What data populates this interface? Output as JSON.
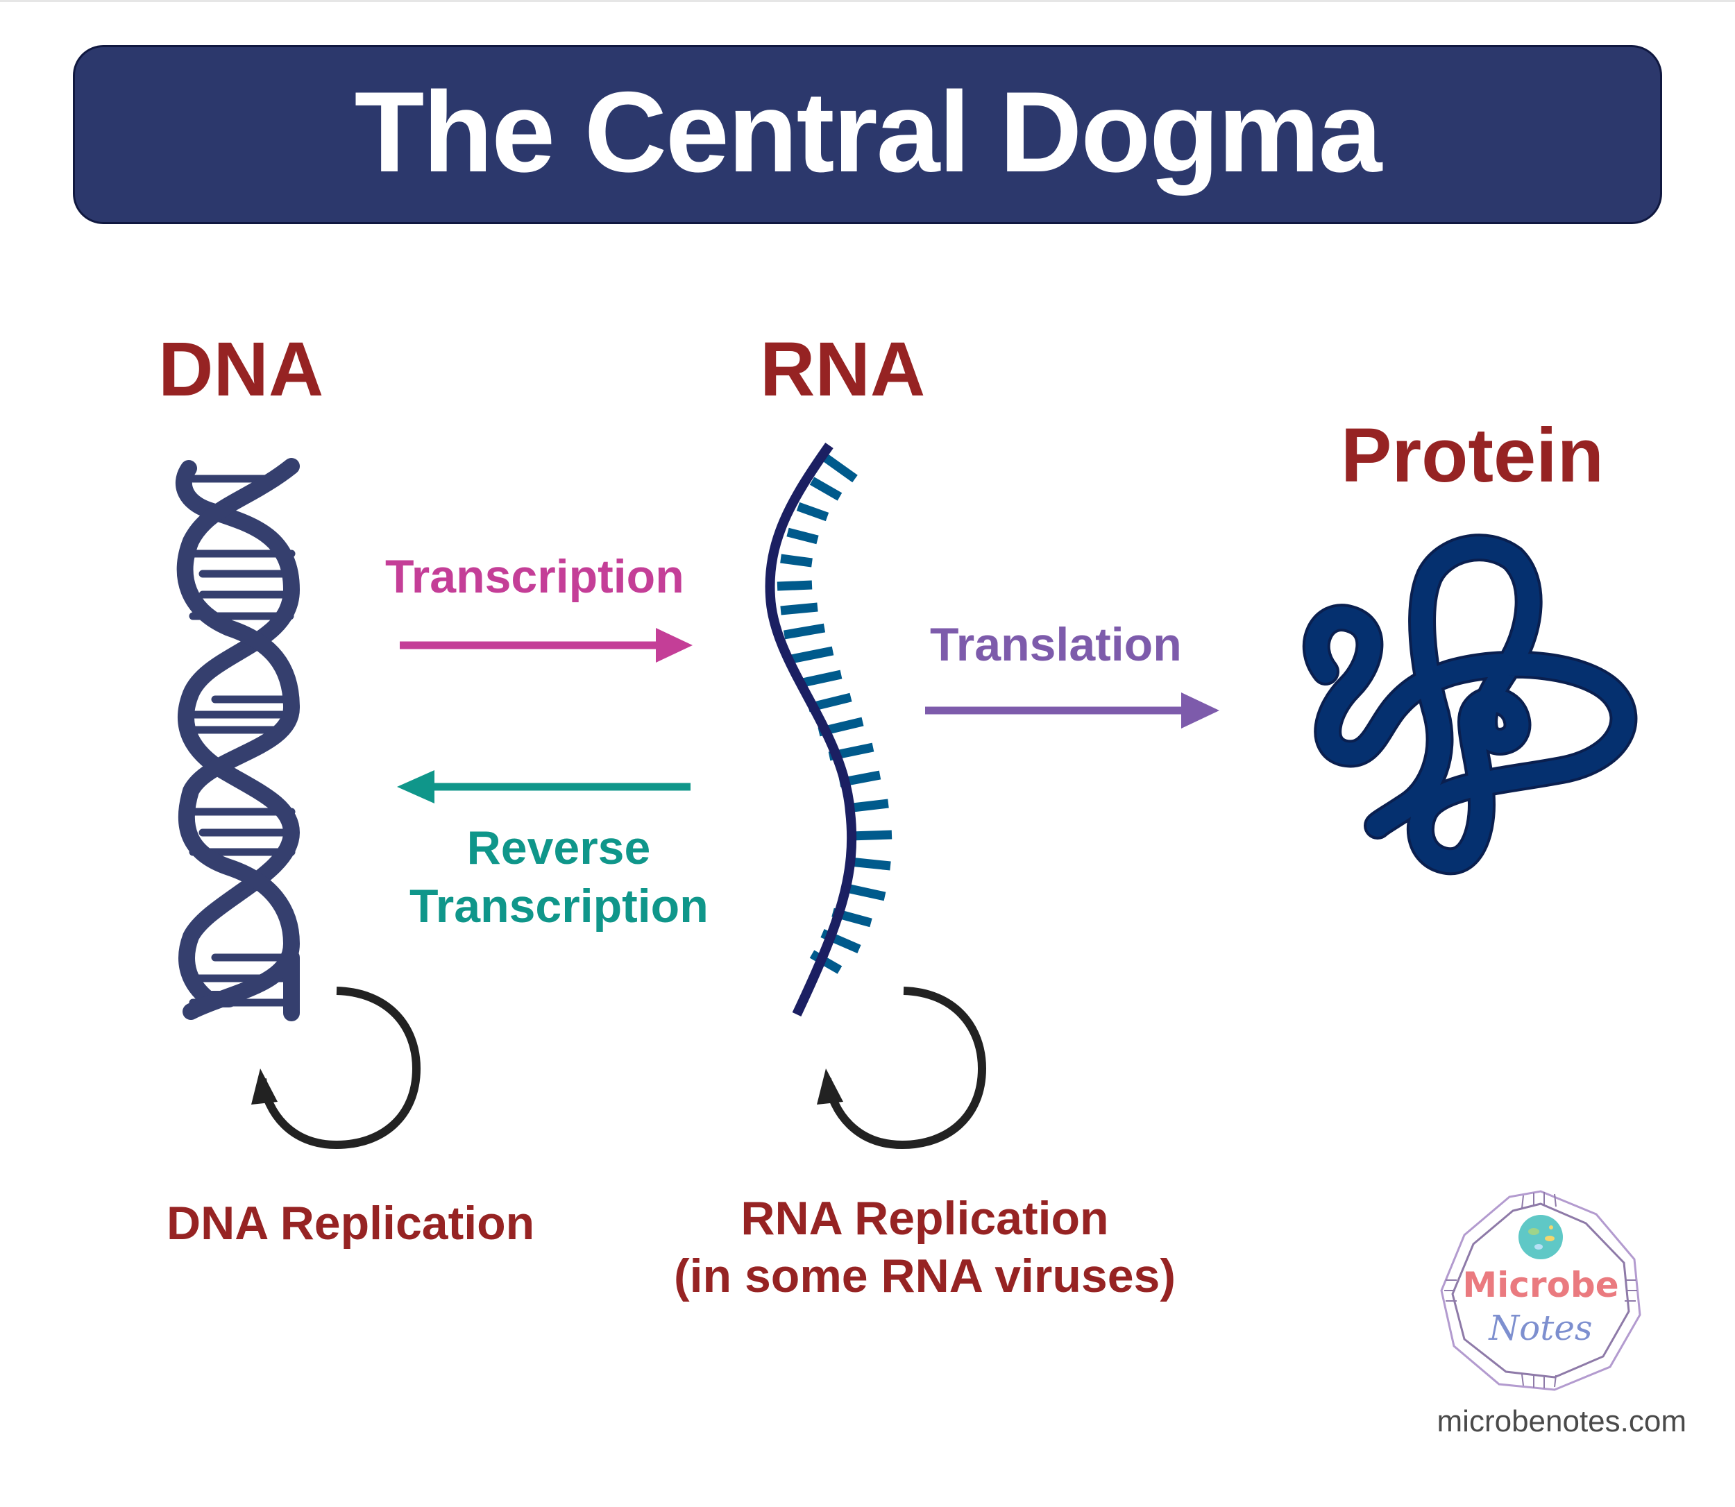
{
  "title": "The Central Dogma",
  "molecules": {
    "dna": "DNA",
    "rna": "RNA",
    "protein": "Protein"
  },
  "processes": {
    "transcription": {
      "label": "Transcription",
      "color": "#c43e97"
    },
    "reverse_transcription": {
      "line1": "Reverse",
      "line2": "Transcription",
      "color": "#0f968a"
    },
    "translation": {
      "label": "Translation",
      "color": "#7d5bab"
    },
    "dna_replication": {
      "label": "DNA Replication"
    },
    "rna_replication": {
      "line1": "RNA Replication",
      "line2": "(in some RNA viruses)"
    }
  },
  "colors": {
    "title_bg": "#2c386c",
    "molecule_label": "#962323",
    "dna_helix": "#353f6e",
    "rna_backbone": "#1b1f62",
    "rna_bases": "#005a8c",
    "protein": "#05306f",
    "replication_arrow": "#222222"
  },
  "logo": {
    "line1": "Microbe",
    "line2": "Notes"
  },
  "site": "microbenotes.com"
}
